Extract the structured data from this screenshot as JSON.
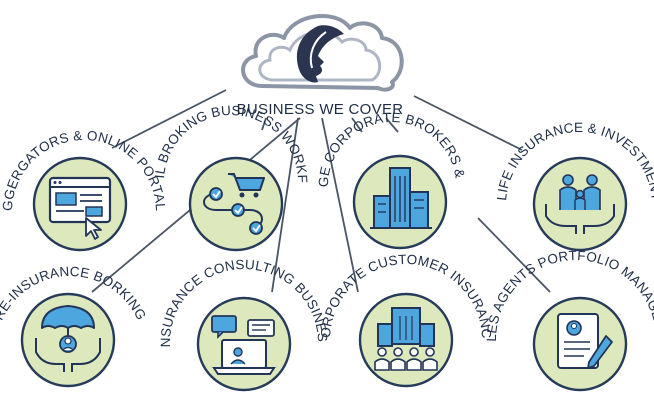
{
  "center": {
    "title": "BUSINESS WE COVER",
    "icon": "cloud-face-logo"
  },
  "colors": {
    "line": "#4a5566",
    "circle_fill": "#dde9bd",
    "circle_stroke": "#263a5a",
    "icon_stroke": "#223558",
    "icon_blue": "#4ea6de",
    "text": "#20304a"
  },
  "nodes": [
    {
      "label": "AGGERGATORS & ONLINE PORTALS",
      "icon": "browser-window-icon"
    },
    {
      "label": "RETAIL BROKING BUSINESS WORKFLOW",
      "icon": "cart-workflow-icon"
    },
    {
      "label": "LARGE CORPORATE BROKERS & MNC",
      "icon": "skyscraper-icon"
    },
    {
      "label": "LIFE INSURANCE & INVESTMENT",
      "icon": "family-hands-icon"
    },
    {
      "label": "RE-INSURANCE BORKING",
      "icon": "umbrella-person-icon"
    },
    {
      "label": "INSURANCE CONSULTING BUSINESS",
      "icon": "laptop-chat-icon"
    },
    {
      "label": "CORPORATE CUSTOMER INSURANCE",
      "icon": "office-people-icon"
    },
    {
      "label": "SALES AGENTS PORTFOLIO MANAGEMENT",
      "icon": "portfolio-pen-icon"
    }
  ]
}
